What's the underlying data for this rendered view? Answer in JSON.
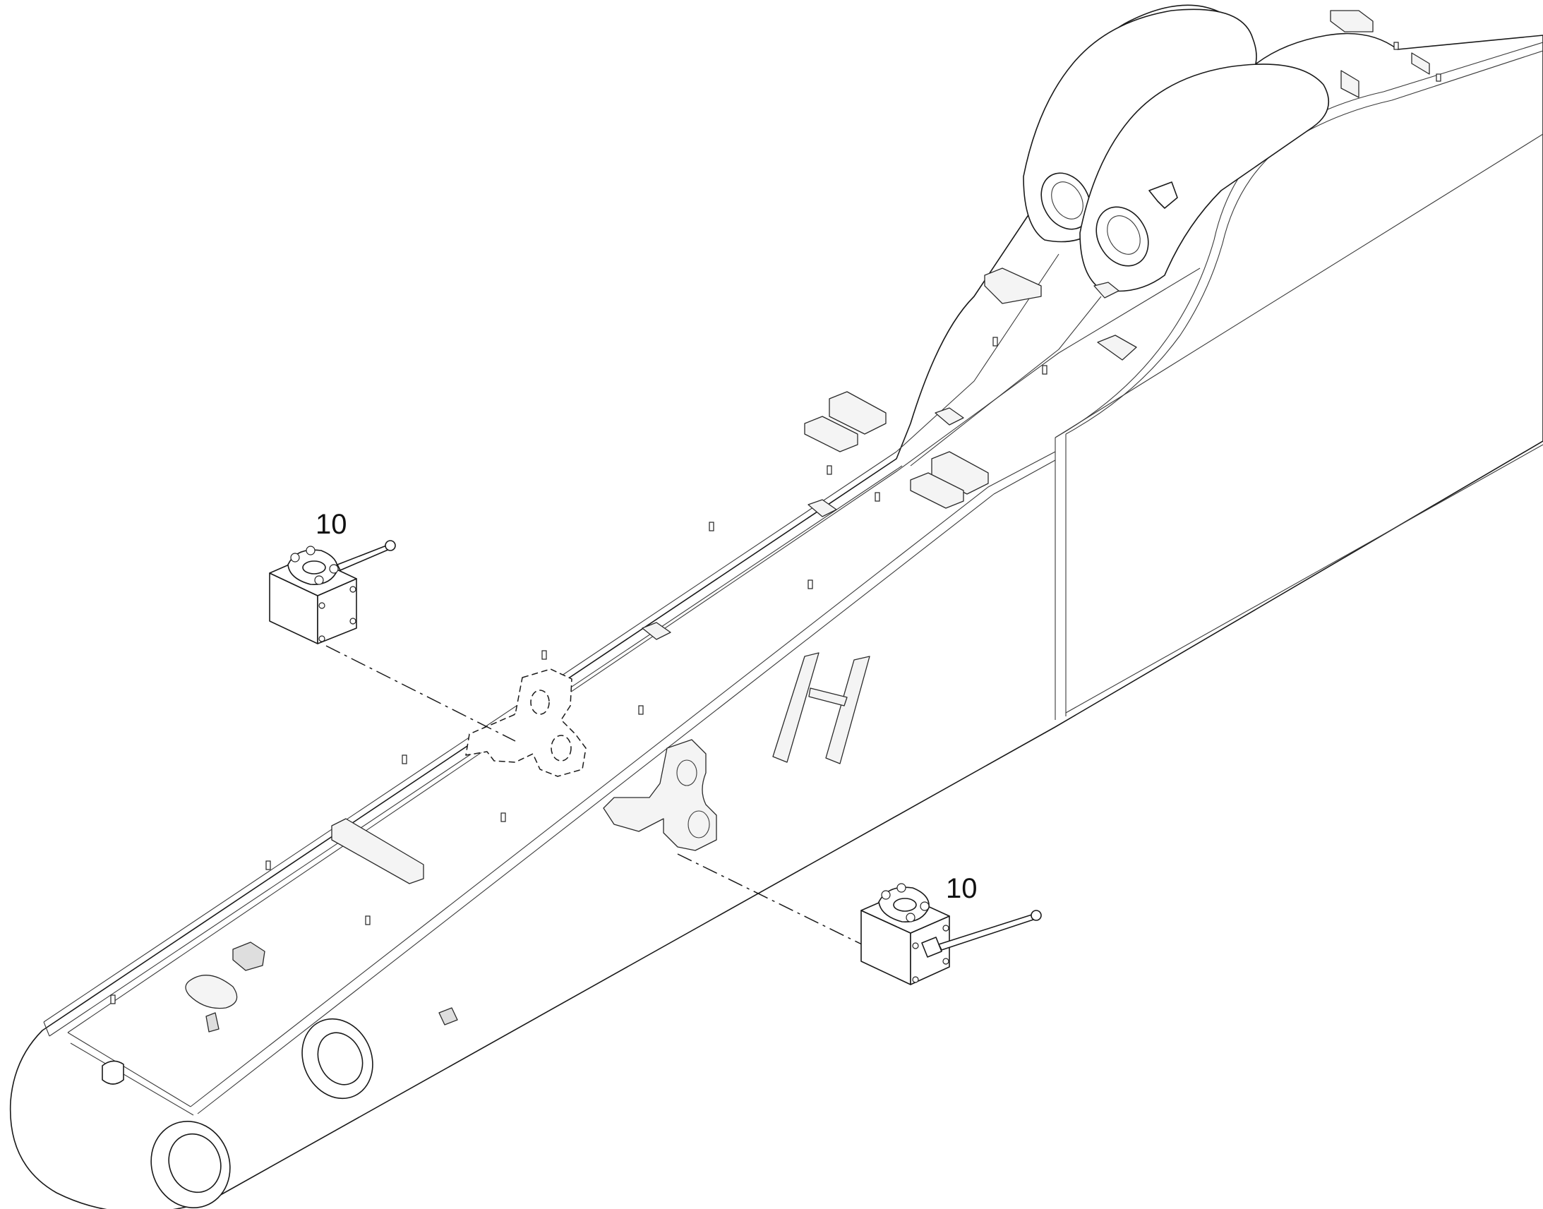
{
  "callouts": [
    {
      "id": "valve-upper-left",
      "label": "10"
    },
    {
      "id": "valve-lower-right",
      "label": "10"
    }
  ]
}
